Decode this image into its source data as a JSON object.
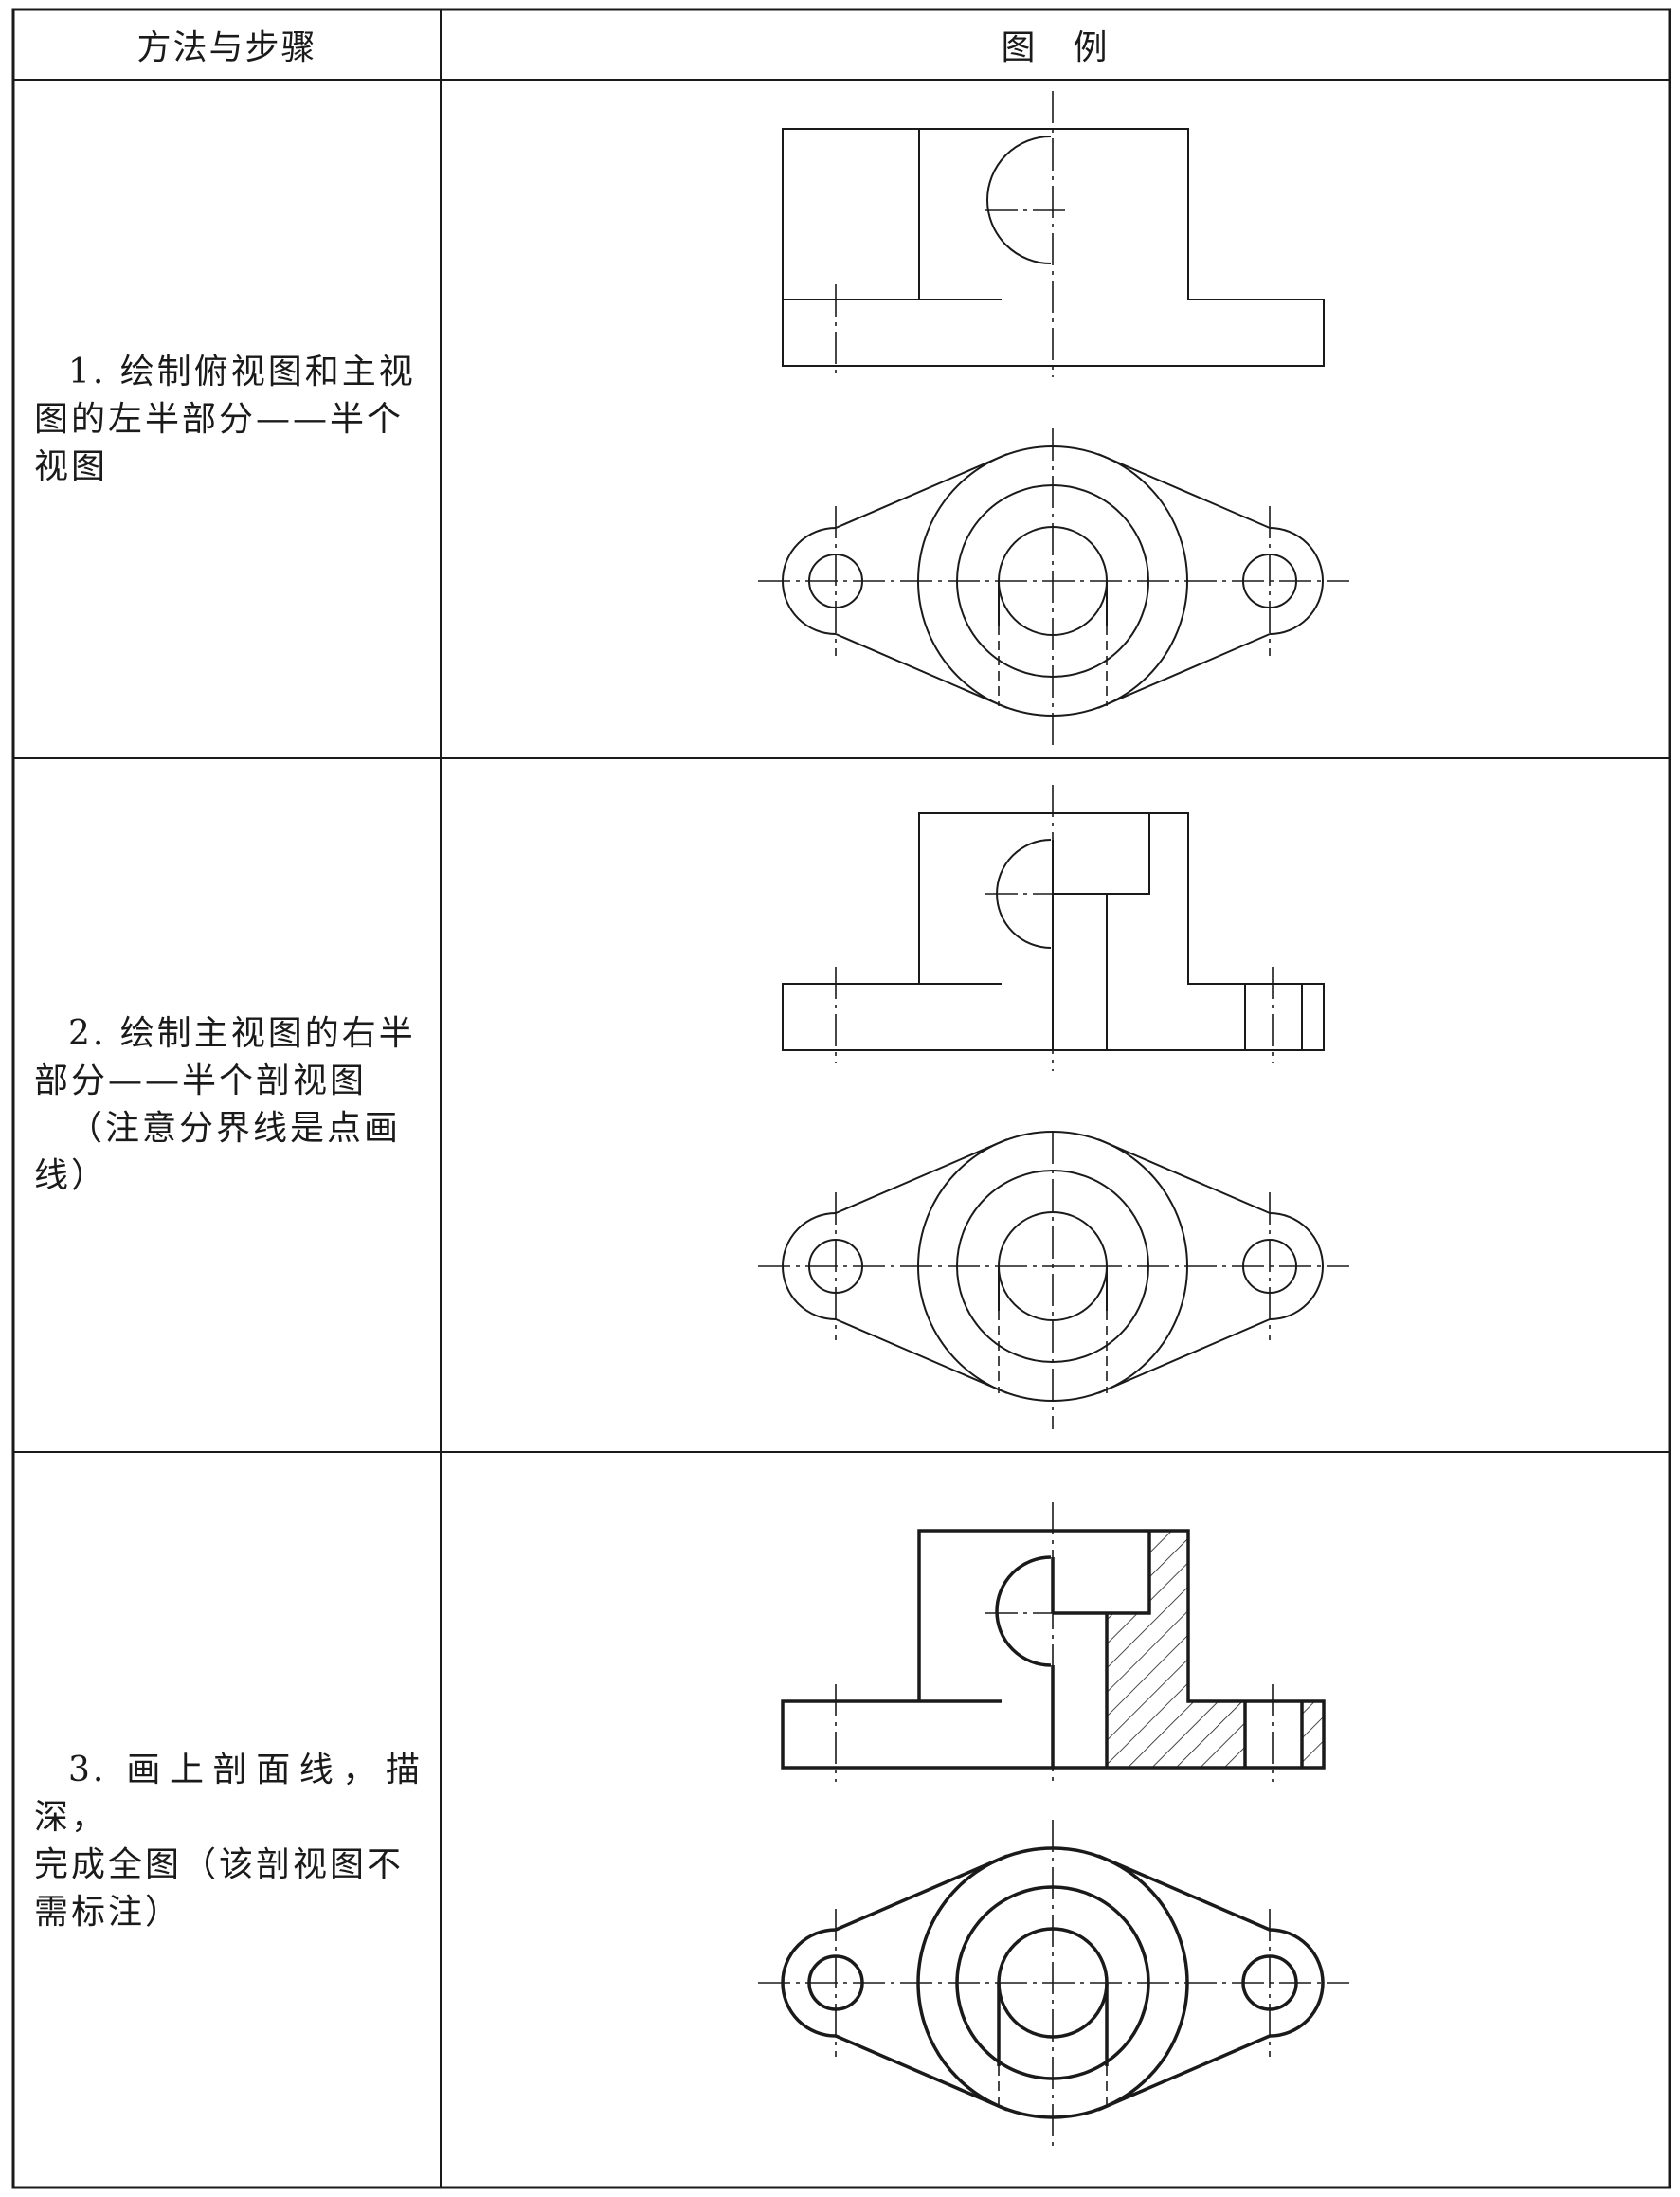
{
  "table": {
    "header": {
      "col1": "方法与步骤",
      "col2": "图　例"
    },
    "rows": [
      {
        "step_lines": [
          "1. 绘制俯视图和主视",
          "图的左半部分——半个",
          "视图"
        ]
      },
      {
        "step_lines": [
          "2. 绘制主视图的右半",
          "部分——半个剖视图",
          "（注意分界线是点画",
          "线）"
        ]
      },
      {
        "step_lines": [
          "3. 画上剖面线，描深，",
          "完成全图（该剖视图不",
          "需标注）"
        ]
      }
    ]
  },
  "colors": {
    "line": "#1a1a1a",
    "background": "#ffffff"
  }
}
